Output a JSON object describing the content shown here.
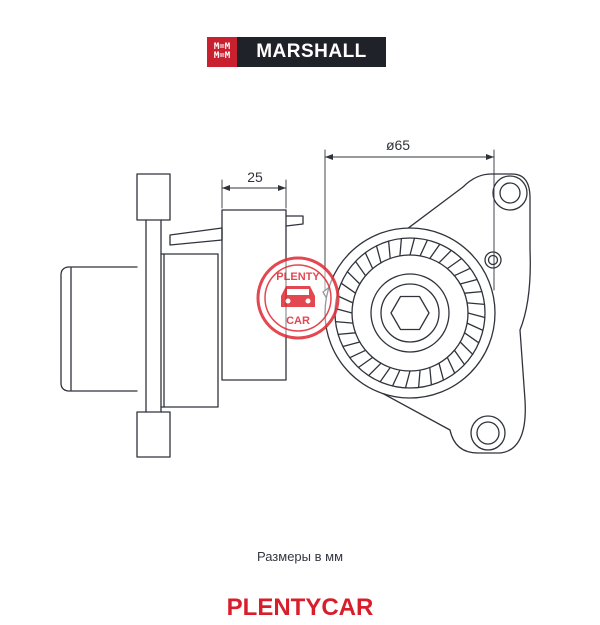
{
  "logo": {
    "mark_top": "M=M",
    "mark_bottom": "M=M",
    "name": "MARSHALL"
  },
  "dimensions": {
    "diameter": "ø65",
    "width": "25"
  },
  "watermark": {
    "top_text": "PLENTY",
    "bottom_text": "CAR"
  },
  "caption": "Размеры в мм",
  "brand": "PLENTYCAR",
  "colors": {
    "line": "#30333b",
    "logo_bg": "#1f2229",
    "logo_mark": "#c8202f",
    "brand": "#d81e2a",
    "stamp": "#e0343c"
  }
}
